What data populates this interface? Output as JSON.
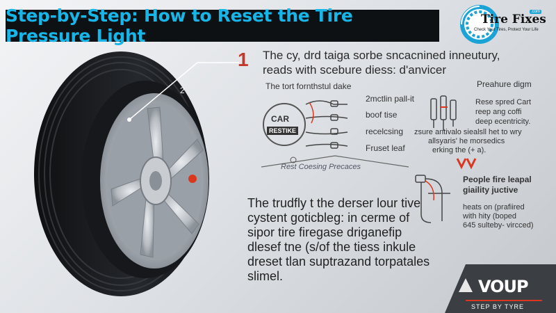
{
  "banner": {
    "title": "Step-by-Step: How to Reset the Tire Pressure Light"
  },
  "logo": {
    "brand": "Tire Fixes",
    "com": ".com",
    "tagline": "Check Your Tires, Protect Your Life"
  },
  "callouts": {
    "tire_label": "2"
  },
  "intro": {
    "number": "1",
    "line1": "The cy, drd taiga sorbe sncacnined inneutury,",
    "line2": "reads with scebure diess: d'anvicer"
  },
  "steps": {
    "header": "The tort fornthstul dake",
    "badge_line1": "CAR",
    "badge_line2": "RESTIKE",
    "item1": "2mctlin pall-it",
    "item2": "boof tise",
    "item3": "recelcsing",
    "item4": "Fruset leaf",
    "footer": "Rest Coesing Precaces"
  },
  "right_panel": {
    "header": "Preahure digm",
    "desc1": "Rese spred Cart",
    "desc2": "reep ang coffi",
    "desc3": "deep ecentricity.",
    "note1": "zsure antivalo siealsll het to wry",
    "note2": "allsyaris' he morsedics",
    "note3": "erking the (+ a).",
    "sub_header1": "People fire leapal",
    "sub_header2": "giaility juctive",
    "sub1": "heats on (prafiired",
    "sub2": "with hity (boped",
    "sub3": "645 sulteby- vircced)"
  },
  "body": {
    "line1": "The trudfly t the derser lour tive",
    "line2": "cystent goticbleg: in cerme of",
    "line3": "sipor tire firegase driganefip",
    "line4": "dlesef tne (s/of the tiess inkule",
    "line5": "dreset tlan suptrazand torpatales",
    "line6": "slimel."
  },
  "footer_brand": {
    "name": "VOUP",
    "tagline": "STEP BY TYRE"
  },
  "colors": {
    "banner_bg": "#0e1114",
    "banner_text": "#18b6e8",
    "accent_red": "#d9381e",
    "logo_blue": "#1ca3d6"
  }
}
